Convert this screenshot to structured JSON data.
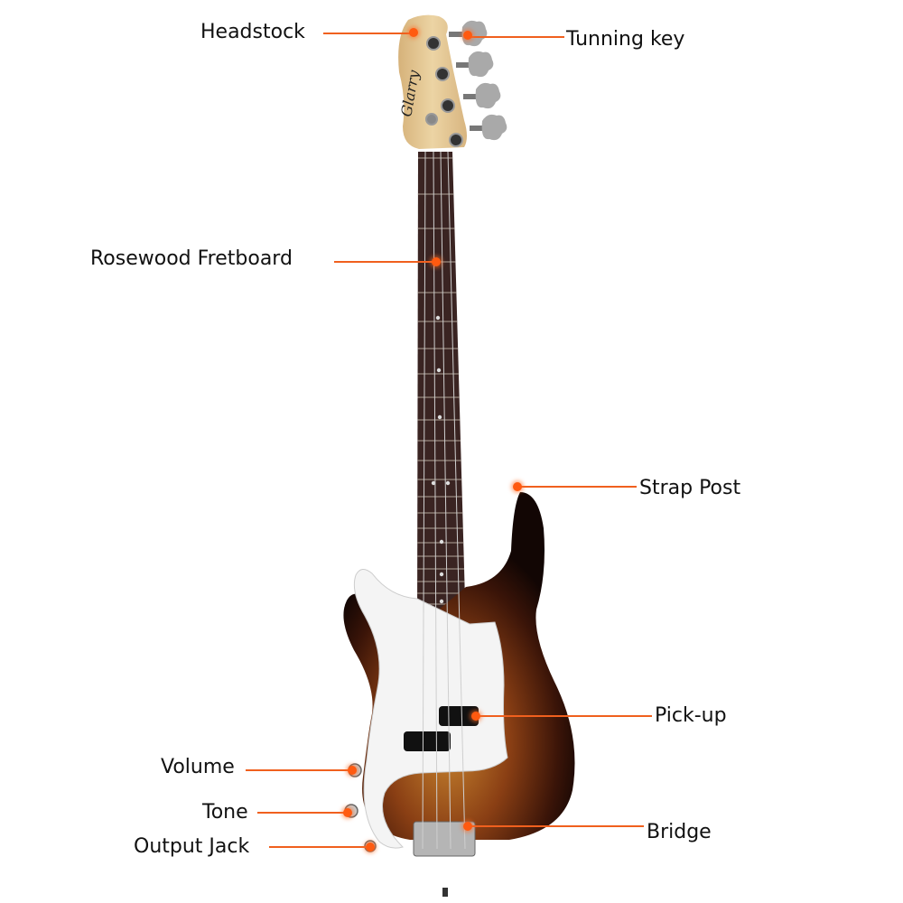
{
  "labels": {
    "headstock": "Headstock",
    "tuning_key": "Tunning key",
    "fretboard": "Rosewood Fretboard",
    "strap_post": "Strap Post",
    "pickup": "Pick-up",
    "volume": "Volume",
    "tone": "Tone",
    "output_jack": "Output Jack",
    "bridge": "Bridge"
  },
  "logo_text": "Glarry",
  "colors": {
    "callout": "#f0601e",
    "rosewood": "#3a2422",
    "maple": "#e2c99a",
    "pickguard": "#f4f4f4"
  }
}
